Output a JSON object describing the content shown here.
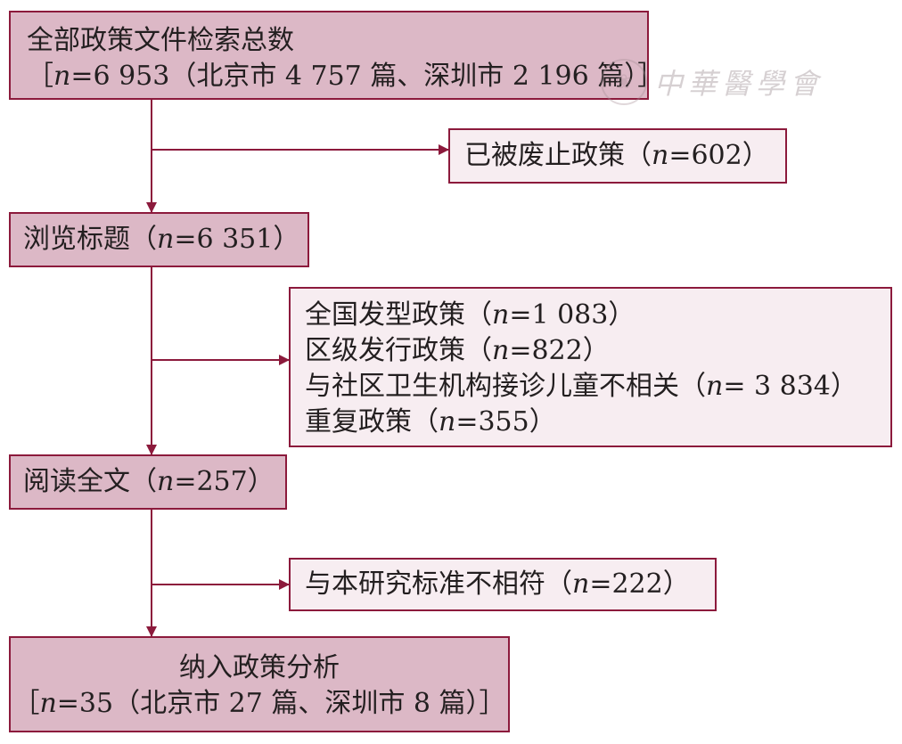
{
  "nodes": {
    "total_search": {
      "line1": "全部政策文件检索总数",
      "line2_prefix": "［",
      "n_symbol": "n",
      "line2_rest": "=6 953（北京市 4 757 篇、深圳市 2 196 篇）］"
    },
    "abolished": {
      "prefix": "已被废止政策（",
      "n_symbol": "n",
      "rest": "=602）"
    },
    "browse_titles": {
      "prefix": "浏览标题（",
      "n_symbol": "n",
      "rest": "=6 351）"
    },
    "exclusions": [
      {
        "prefix": "全国发型政策（",
        "n_symbol": "n",
        "rest": "=1 083）"
      },
      {
        "prefix": "区级发行政策（",
        "n_symbol": "n",
        "rest": "=822）"
      },
      {
        "prefix": "与社区卫生机构接诊儿童不相关（",
        "n_symbol": "n",
        "rest": "= 3 834）"
      },
      {
        "prefix": "重复政策（",
        "n_symbol": "n",
        "rest": "=355）"
      }
    ],
    "full_text": {
      "prefix": "阅读全文（",
      "n_symbol": "n",
      "rest": "=257）"
    },
    "not_matching": {
      "prefix": "与本研究标准不相符（",
      "n_symbol": "n",
      "rest": "=222）"
    },
    "included": {
      "line1": "纳入政策分析",
      "line2_prefix": "［",
      "n_symbol": "n",
      "line2_rest": "=35（北京市 27 篇、深圳市 8 篇）］"
    }
  },
  "watermark": {
    "seal_glyph": "❀",
    "text": "中華醫學會"
  },
  "colors": {
    "border": "#8c1a3c",
    "main_fill": "#dcb8c6",
    "side_fill": "#f7edf1",
    "text": "#231f20"
  }
}
